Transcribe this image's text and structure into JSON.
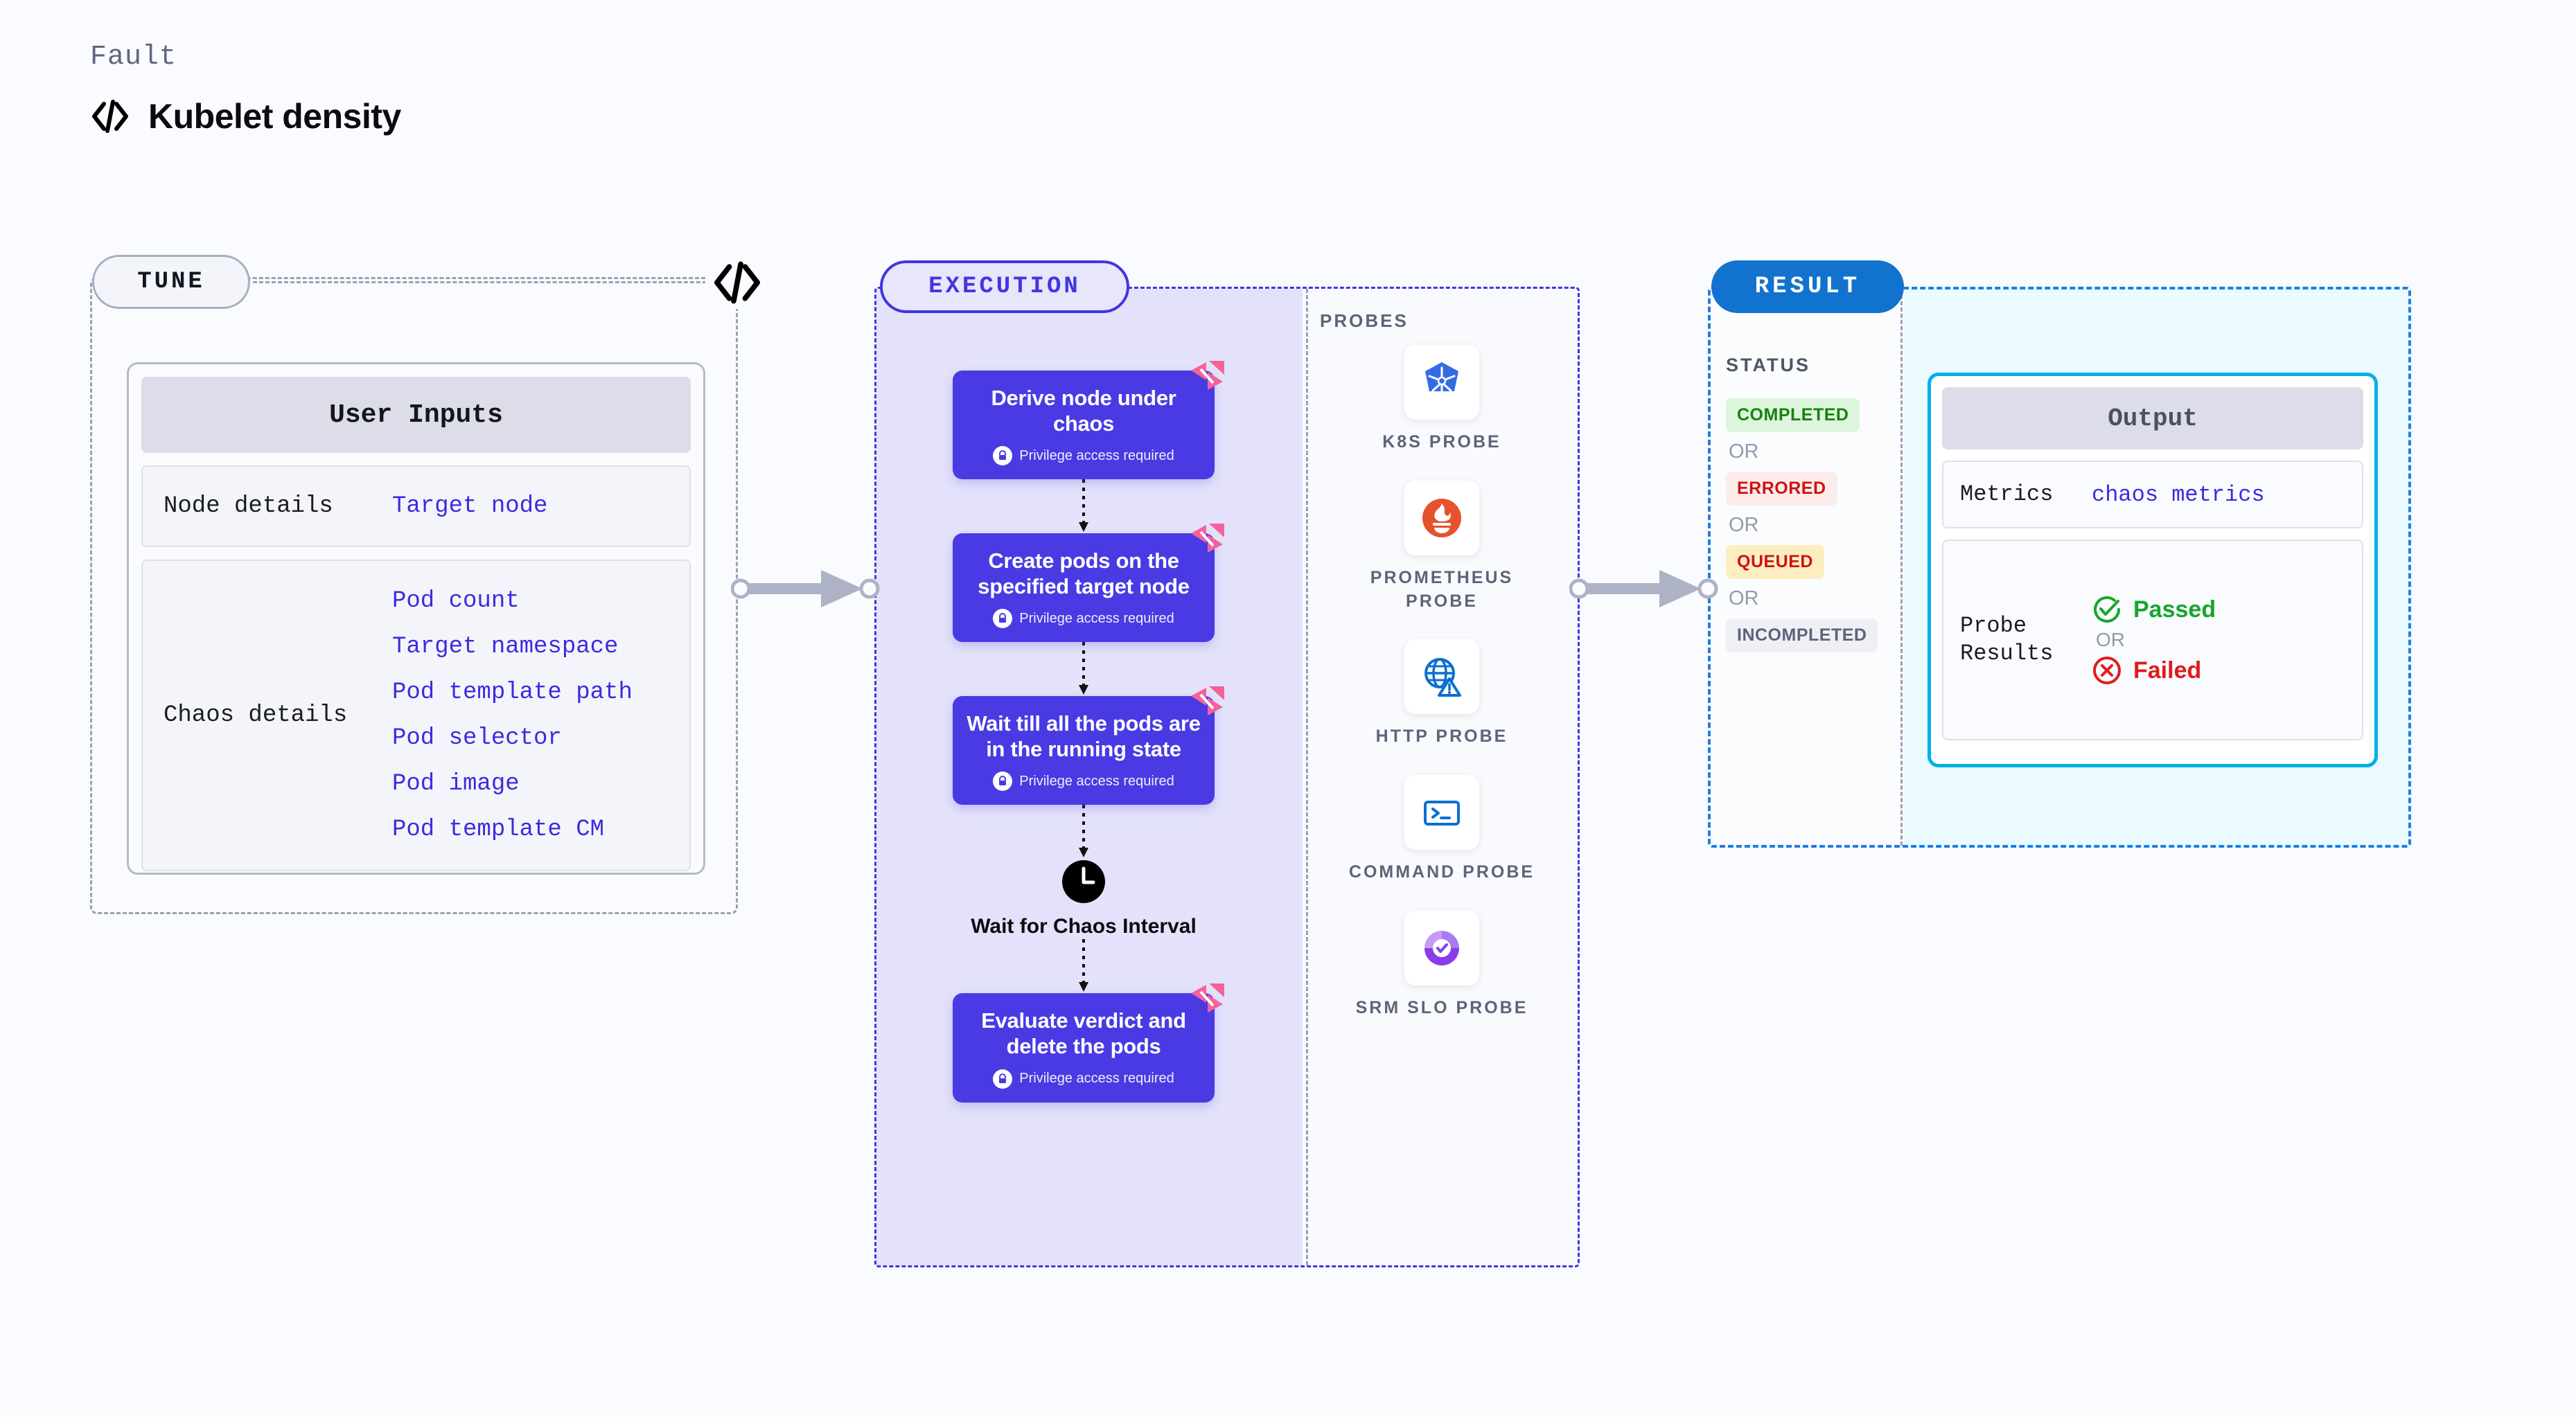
{
  "header": {
    "eyebrow": "Fault",
    "title": "Kubelet density",
    "icon": "code-icon"
  },
  "tune": {
    "pill_label": "TUNE",
    "corner_icon": "code-icon",
    "card_title": "User Inputs",
    "groups": [
      {
        "label": "Node details",
        "values": [
          "Target node"
        ]
      },
      {
        "label": "Chaos details",
        "values": [
          "Pod count",
          "Target namespace",
          "Pod template path",
          "Pod selector",
          "Pod image",
          "Pod template CM"
        ]
      }
    ]
  },
  "execution": {
    "pill_label": "EXECUTION",
    "privilege_text": "Privilege access required",
    "steps": [
      {
        "title": "Derive node under chaos",
        "privilege": true
      },
      {
        "title": "Create pods on the specified target node",
        "privilege": true
      },
      {
        "title": "Wait till all the pods are in the running state",
        "privilege": true
      }
    ],
    "wait_node": {
      "label": "Wait for Chaos Interval",
      "icon": "clock-icon"
    },
    "final_step": {
      "title": "Evaluate verdict and delete the pods",
      "privilege": true
    },
    "probes_label": "PROBES",
    "probes": [
      {
        "label": "K8S PROBE",
        "icon": "kubernetes-icon"
      },
      {
        "label": "PROMETHEUS PROBE",
        "icon": "prometheus-icon"
      },
      {
        "label": "HTTP PROBE",
        "icon": "http-globe-icon"
      },
      {
        "label": "COMMAND PROBE",
        "icon": "terminal-icon"
      },
      {
        "label": "SRM SLO PROBE",
        "icon": "srm-slo-icon"
      }
    ]
  },
  "result": {
    "pill_label": "RESULT",
    "status_label": "STATUS",
    "or_label": "OR",
    "statuses": [
      {
        "label": "COMPLETED",
        "bg": "#DDF5DC",
        "fg": "#17820F"
      },
      {
        "label": "ERRORED",
        "bg": "#FDECEC",
        "fg": "#CE1212"
      },
      {
        "label": "QUEUED",
        "bg": "#FCEEC0",
        "fg": "#CE1212"
      },
      {
        "label": "INCOMPLETED",
        "bg": "#EFF0F5",
        "fg": "#5E6379"
      }
    ],
    "output": {
      "title": "Output",
      "metrics_label": "Metrics",
      "metrics_value": "chaos metrics",
      "probe_results_label": "Probe Results",
      "passed_label": "Passed",
      "failed_label": "Failed",
      "or_label": "OR"
    }
  },
  "colors": {
    "page_bg": "#FAFBFF",
    "tune_border": "#9AA0B4",
    "execution_accent": "#4136DE",
    "step_card": "#4A3AE3",
    "result_accent": "#1E7FE0",
    "output_border": "#00B0E8",
    "link": "#3B2BE0",
    "harness_pink": "#F4629B"
  }
}
